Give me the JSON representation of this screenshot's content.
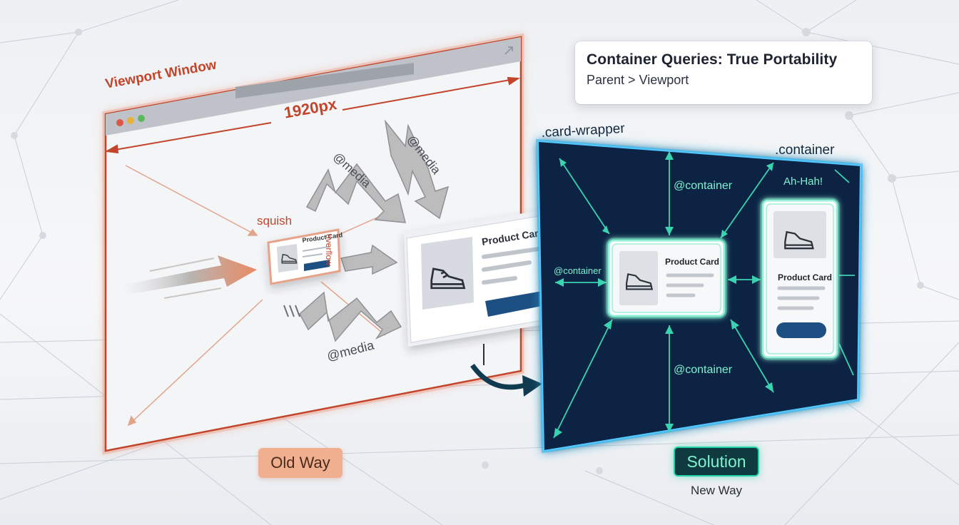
{
  "title": {
    "heading": "Container Queries: True Portability",
    "subheading": "Parent > Viewport"
  },
  "old_way": {
    "window_label": "Viewport Window",
    "width_label": "1920px",
    "squish_label": "squish",
    "overflow_label": "overflow",
    "small_card_title": "Product Card",
    "media_labels": [
      "@media",
      "@media",
      "@media"
    ],
    "big_card_title": "Product Card",
    "badge": "Old Way"
  },
  "new_way": {
    "wrapper_label": ".card-wrapper",
    "container_label": ".container",
    "aha_label": "Ah-Hah!",
    "container_query_labels": [
      "@container",
      "@container",
      "@container"
    ],
    "card_title": "Product Card",
    "tall_card_title": "Product Card",
    "badge": "Solution",
    "caption": "New Way"
  },
  "colors": {
    "old_accent": "#c2452b",
    "new_panel": "#0b2142",
    "new_glow": "#2fb8f0",
    "query_line": "#39d3b0",
    "button_blue": "#1e4f82"
  },
  "icons": [
    "shoe-icon",
    "window-dot-icon",
    "expand-icon"
  ]
}
